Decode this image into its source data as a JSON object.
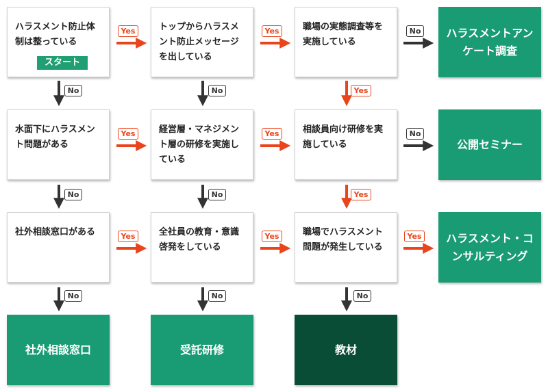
{
  "labels": {
    "yes": "Yes",
    "no": "No"
  },
  "questions": {
    "q1": {
      "line1": "ハラスメント防止体",
      "line2": "制は整っている",
      "start": "スタート"
    },
    "q2": {
      "line1": "トップからハラスメ",
      "line2": "ント防止メッセージ",
      "line3": "を出している"
    },
    "q3": {
      "line1": "職場の実態調査等を",
      "line2": "実施している"
    },
    "q4": {
      "line1": "水面下にハラスメン",
      "line2": "ト問題がある"
    },
    "q5": {
      "line1": "経営層・マネジメン",
      "line2": "ト層の研修を実施し",
      "line3": "ている"
    },
    "q6": {
      "line1": "相談員向け研修を実",
      "line2": "施している"
    },
    "q7": {
      "line1": "社外相談窓口がある"
    },
    "q8": {
      "line1": "全社員の教育・意識",
      "line2": "啓発をしている"
    },
    "q9": {
      "line1": "職場でハラスメント",
      "line2": "問題が発生している"
    }
  },
  "results": {
    "r1": {
      "line1": "ハラスメントアン",
      "line2": "ケート調査"
    },
    "r2": {
      "line1": "公開セミナー"
    },
    "r3": {
      "line1": "ハラスメント・コ",
      "line2": "ンサルティング"
    },
    "r4": {
      "line1": "社外相談窓口"
    },
    "r5": {
      "line1": "受託研修"
    },
    "r6": {
      "line1": "教材"
    }
  },
  "colors": {
    "yes_orange": "#e9441b",
    "no_dark": "#333333",
    "result_green": "#199b73",
    "result_dark": "#0a4d36"
  }
}
